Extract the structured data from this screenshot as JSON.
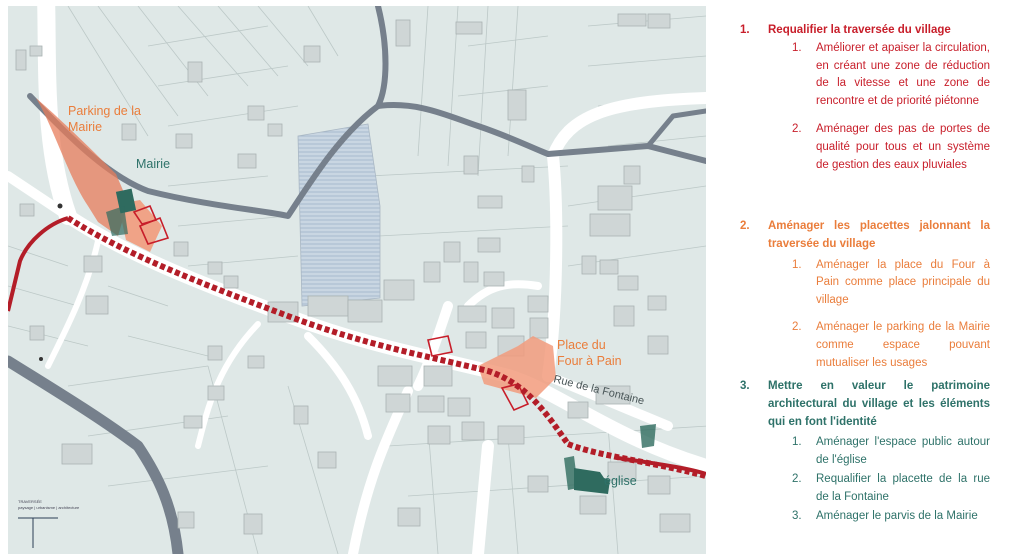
{
  "colors": {
    "map_background": "#dfe8e7",
    "road_white": "#ffffff",
    "building": "#cfd6d6",
    "building_stroke": "#a9b2b2",
    "stream": "#76808c",
    "main_road_red": "#b31d28",
    "hatched_plot": "#b9c9d8",
    "orange_zone": "#f29b7c",
    "teal_zone": "#2f6b5f",
    "text_red": "#c81e2a",
    "text_orange": "#ea7d3b",
    "text_teal": "#2e7269"
  },
  "map": {
    "labels": {
      "parking_line1": "Parking de la",
      "parking_line2": "Mairie",
      "mairie": "Mairie",
      "place_line1": "Place du",
      "place_line2": "Four à Pain",
      "rue_fontaine": "Rue de la Fontaine",
      "eglise": "église"
    },
    "scale_caption_line1": "TRAVERSÉE",
    "scale_caption_line2": "paysage | urbanisme | architecture"
  },
  "legend": {
    "sections": [
      {
        "num": "1.",
        "title": "Requalifier la traversée du village",
        "color": "red",
        "items": [
          {
            "num": "1.",
            "text": "Améliorer et apaiser la circulation, en créant une zone de réduction de la vitesse et une zone de rencontre et de priorité piétonne"
          },
          {
            "num": "2.",
            "text": "Aménager des pas de portes de qualité pour tous et un système de gestion des eaux pluviales"
          }
        ]
      },
      {
        "num": "2.",
        "title": "Aménager les placettes jalonnant la traversée du village",
        "color": "orange",
        "items": [
          {
            "num": "1.",
            "text": "Aménager la place du Four à Pain comme place principale du village"
          },
          {
            "num": "2.",
            "text": "Aménager le parking de la Mairie comme espace pouvant mutualiser les usages"
          }
        ]
      },
      {
        "num": "3.",
        "title": "Mettre en valeur le patrimoine architectural du village et les éléments qui en font l'identité",
        "color": "teal",
        "items": [
          {
            "num": "1.",
            "text": "Aménager l'espace public autour de l'église"
          },
          {
            "num": "2.",
            "text": "Requalifier la placette de la rue de la Fontaine"
          },
          {
            "num": "3.",
            "text": "Aménager le parvis de la Mairie"
          }
        ]
      }
    ]
  }
}
